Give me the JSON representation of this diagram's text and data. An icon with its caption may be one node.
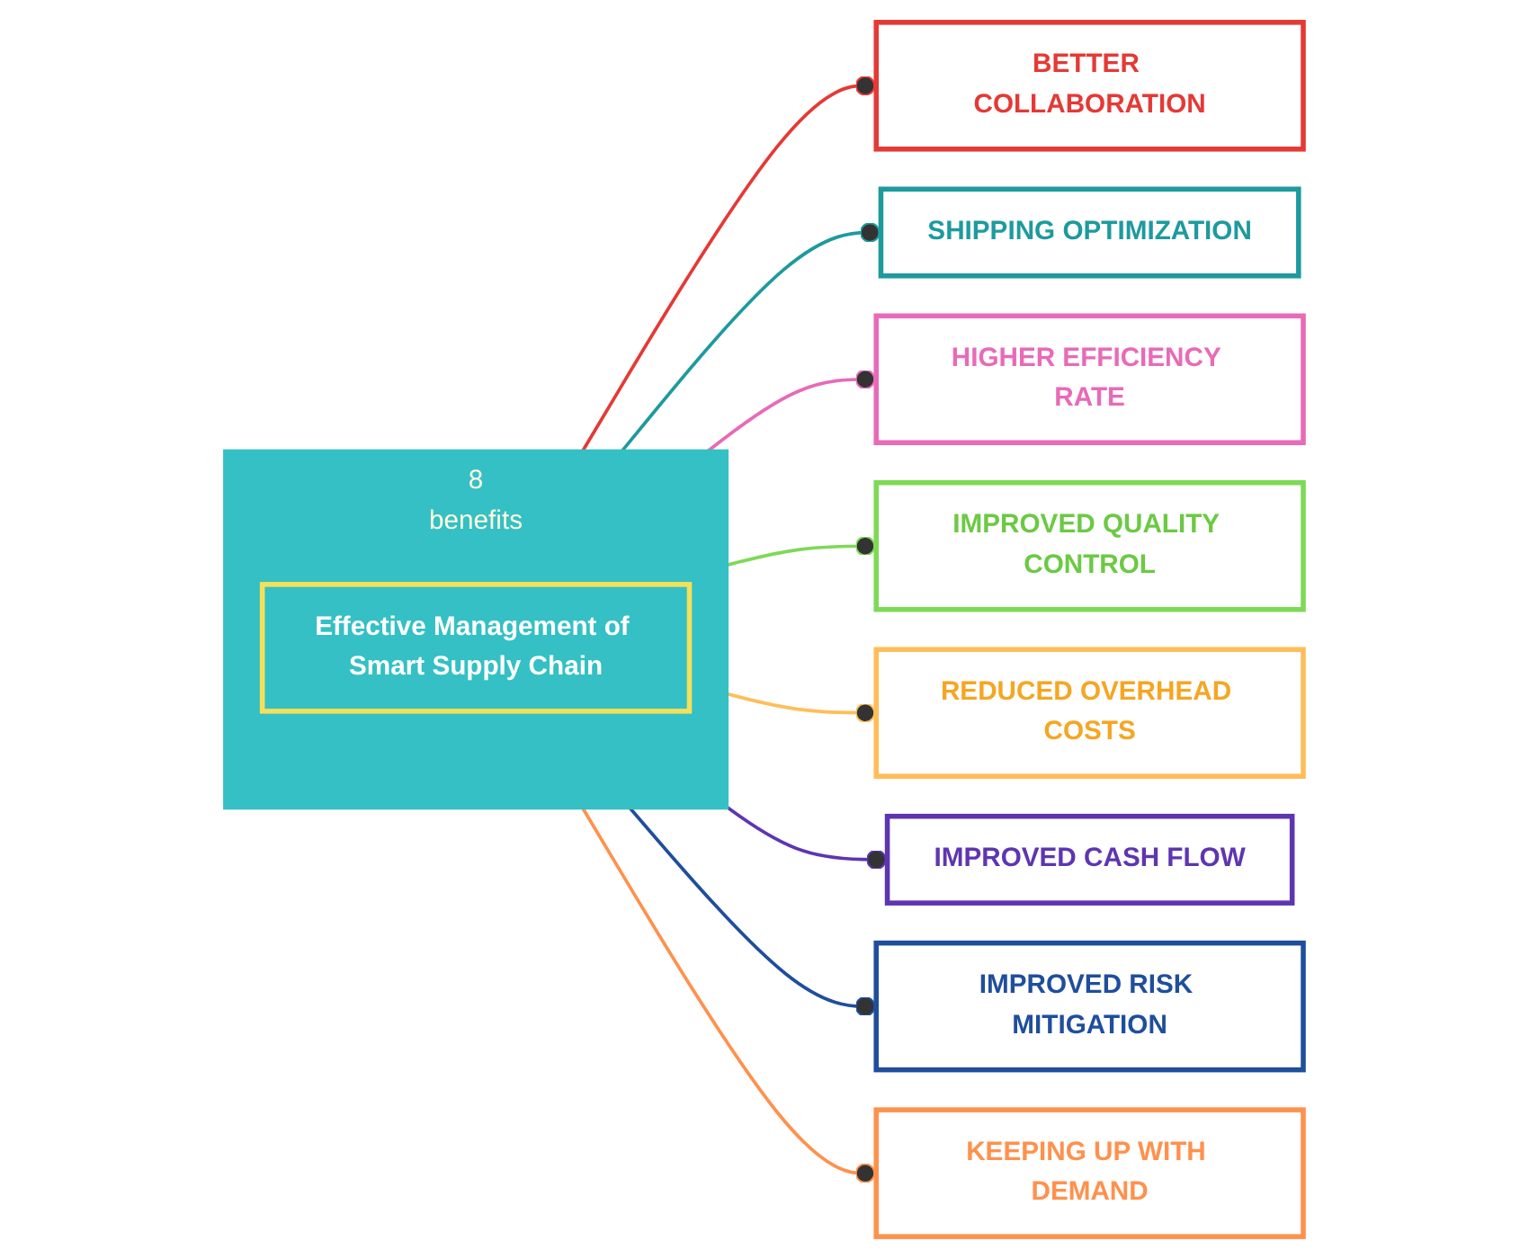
{
  "diagram": {
    "nodes": [
      {
        "text": [
          "8",
          "benefits"
        ]
      },
      {
        "text": [
          "Effective Management of Smart Supply Chain"
        ],
        "in": 0
      },
      {
        "text": [
          "BETTER COLLABORATION"
        ]
      },
      {
        "text": [
          "SHIPPING OPTIMIZATION"
        ]
      },
      {
        "text": [
          "HIGHER EFFICIENCY RATE"
        ]
      },
      {
        "text": [
          "IMPROVED QUALITY CONTROL"
        ]
      },
      {
        "text": [
          "REDUCED OVERHEAD COSTS"
        ]
      },
      {
        "text": [
          "IMPROVED CASH FLOW"
        ]
      },
      {
        "text": [
          "IMPROVED RISK MITIGATION"
        ]
      },
      {
        "text": [
          "KEEPING UP WITH DEMAND"
        ]
      }
    ],
    "edges": [
      {
        "from": 0,
        "to": 2,
        "arrow": "other",
        "color": "#e53935"
      },
      {
        "from": 0,
        "to": 3,
        "arrow": "other",
        "color": "#1e9a9e"
      },
      {
        "from": 0,
        "to": 4,
        "arrow": "other",
        "color": "#e86ab8"
      },
      {
        "from": 0,
        "to": 5,
        "arrow": "other",
        "color": "#7ed957"
      },
      {
        "from": 0,
        "to": 6,
        "arrow": "other",
        "color": "#ffbd59"
      },
      {
        "from": 0,
        "to": 7,
        "arrow": "other",
        "color": "#5e35b1"
      },
      {
        "from": 0,
        "to": 8,
        "arrow": "other",
        "color": "#1f4e9c"
      },
      {
        "from": 0,
        "to": 9,
        "arrow": "other",
        "color": "#ff914d"
      }
    ]
  }
}
